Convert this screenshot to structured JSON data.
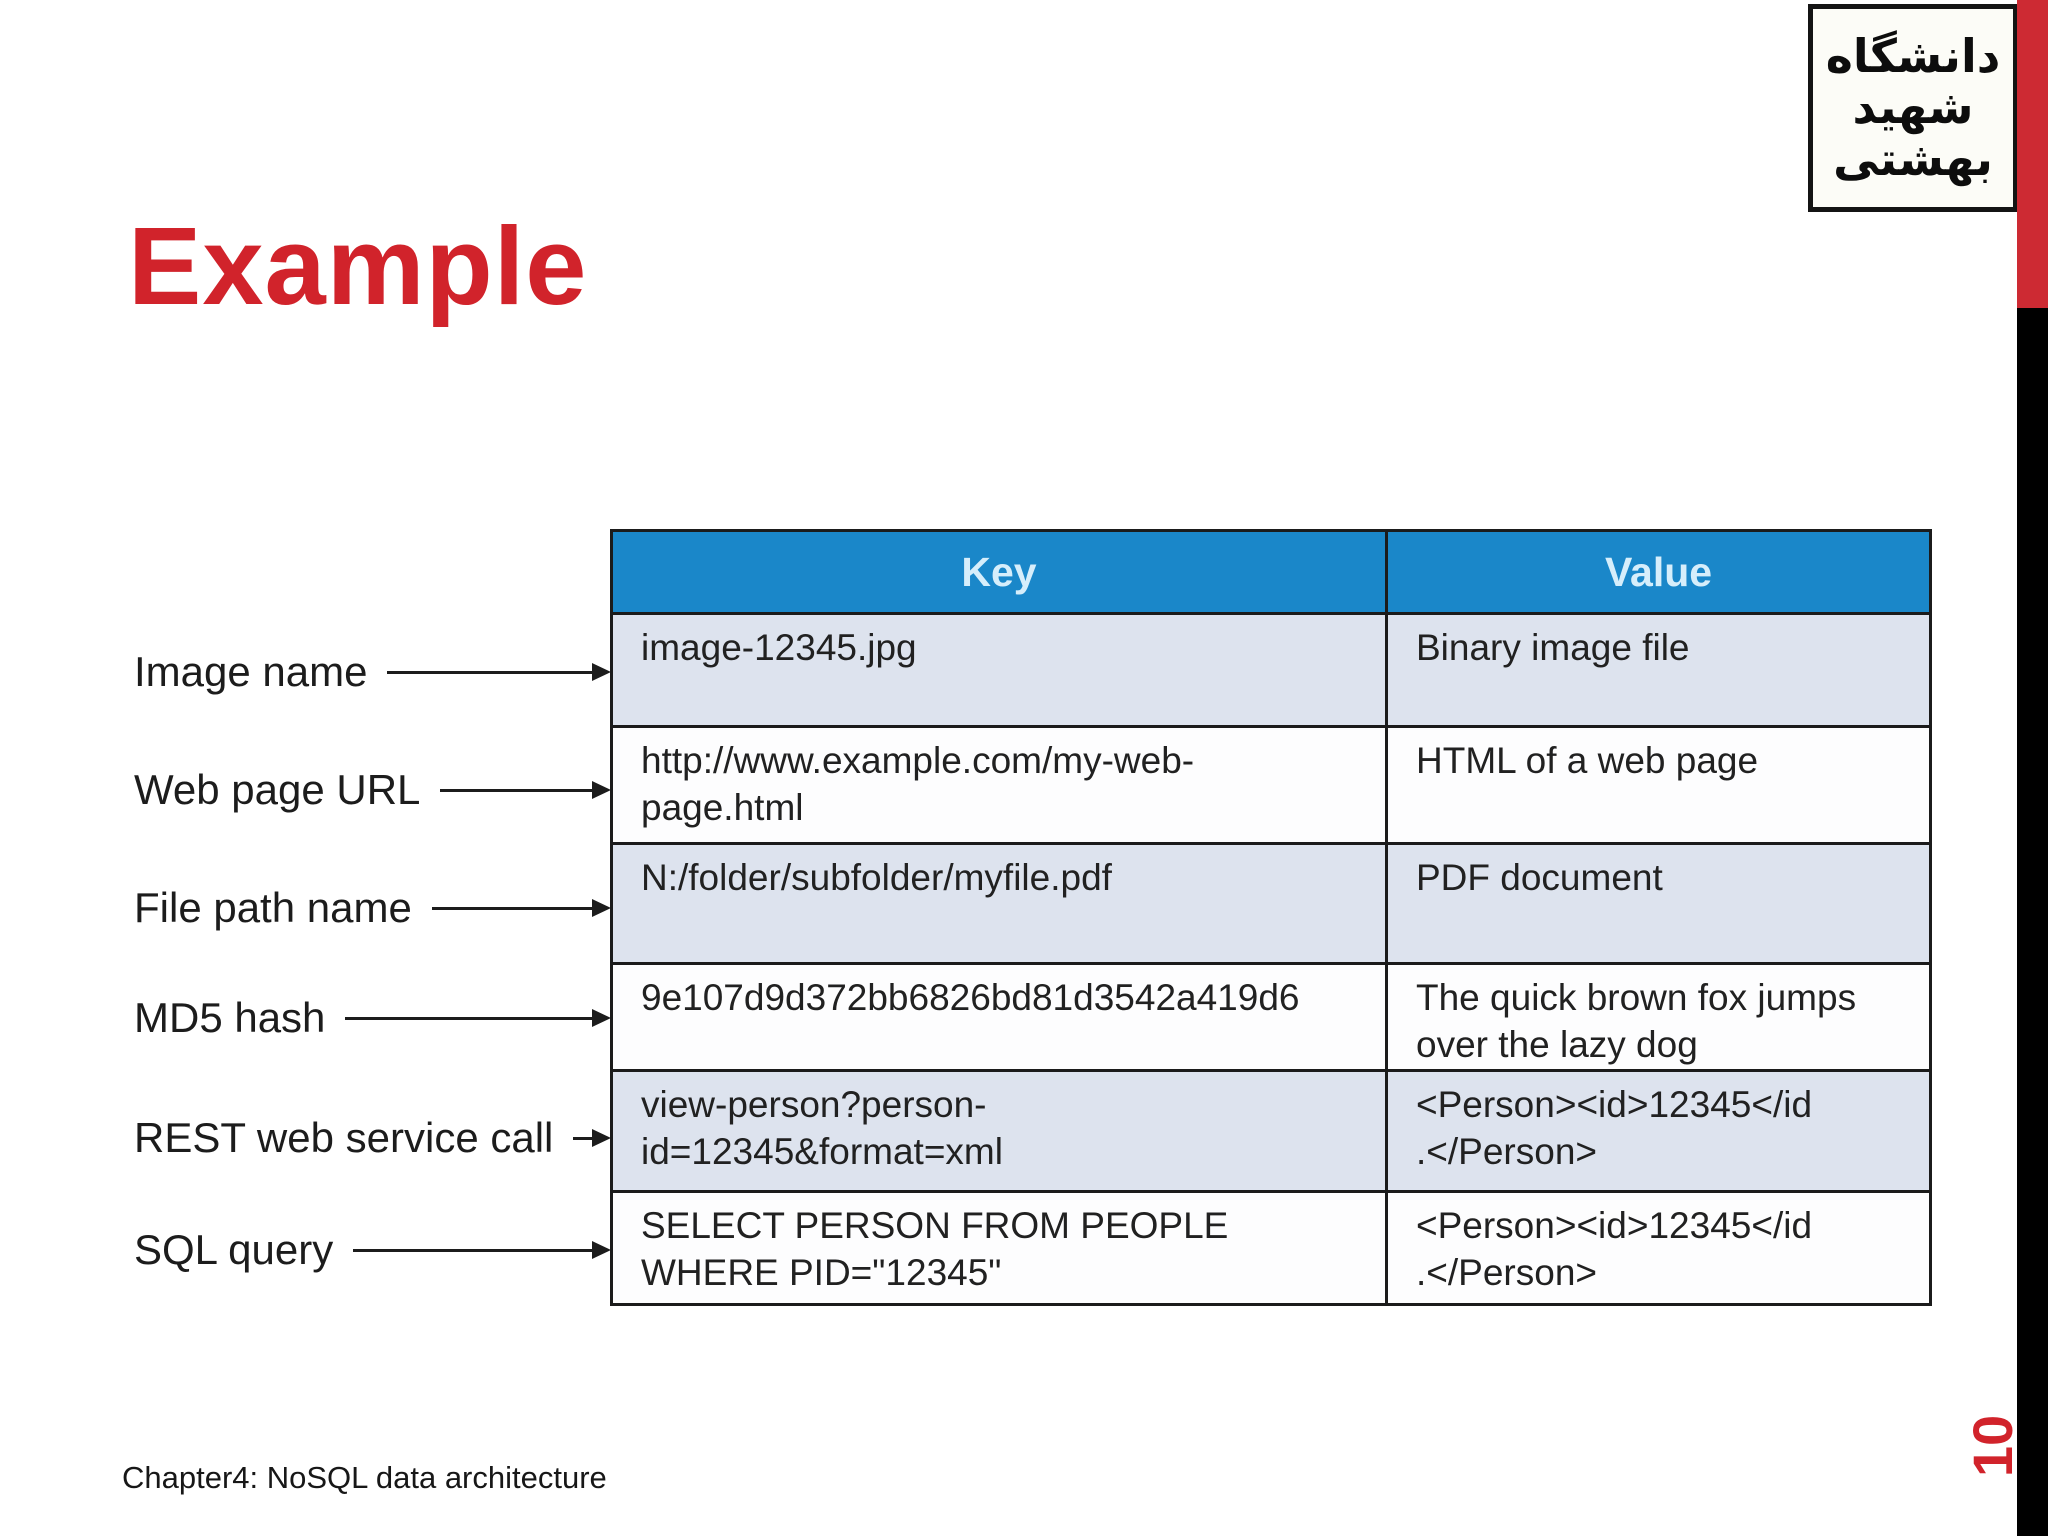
{
  "slide": {
    "title": "Example",
    "footer": "Chapter4: NoSQL data architecture",
    "page_number": "10",
    "logo": {
      "description": "shahid-beheshti-university-calligraphy-logo",
      "line1": "دانشگاه",
      "line2": "شهید",
      "line3": "بهشتی"
    },
    "colors": {
      "title_red": "#d1232b",
      "edge_bar_red": "#cd2a33",
      "edge_bar_black": "#000000",
      "table_header_blue": "#1a87c9",
      "table_header_text": "#d6eefb",
      "table_row_alt": "#dde3ee",
      "table_row_plain": "#fdfdfe",
      "table_border": "#1b1b1b"
    }
  },
  "table": {
    "headers": [
      "Key",
      "Value"
    ],
    "rows": [
      {
        "key": "image-12345.jpg",
        "value": "Binary image file"
      },
      {
        "key": "http://www.example.com/my-web-\npage.html",
        "value": "HTML of a web page"
      },
      {
        "key": "N:/folder/subfolder/myfile.pdf",
        "value": "PDF document"
      },
      {
        "key": "9e107d9d372bb6826bd81d3542a419d6",
        "value": "The quick brown fox jumps\nover the lazy dog"
      },
      {
        "key": "view-person?person-\nid=12345&format=xml",
        "value": "<Person><id>12345</id\n.</Person>"
      },
      {
        "key": "SELECT PERSON FROM PEOPLE\nWHERE PID=\"12345\"",
        "value": "<Person><id>12345</id\n.</Person>"
      }
    ]
  },
  "labels": [
    {
      "text": "Image name"
    },
    {
      "text": "Web page URL"
    },
    {
      "text": "File path name"
    },
    {
      "text": "MD5 hash"
    },
    {
      "text": "REST web service call"
    },
    {
      "text": "SQL query"
    }
  ]
}
